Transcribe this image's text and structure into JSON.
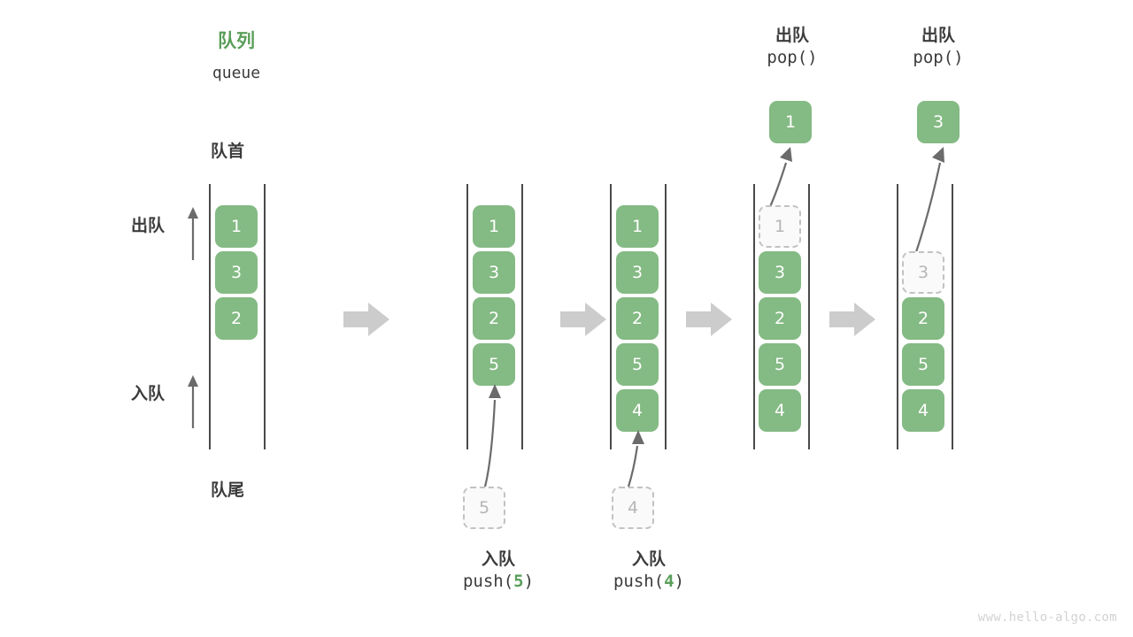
{
  "diagram": {
    "title_cn": "队列",
    "title_en": "queue",
    "front_label": "队首",
    "rear_label": "队尾",
    "dequeue_label": "出队",
    "enqueue_label": "入队",
    "watermark": "www.hello-algo.com"
  },
  "columns": [
    {
      "id": "initial",
      "header_cn": "",
      "header_mono": "",
      "cells": [
        {
          "value": "1",
          "state": "solid"
        },
        {
          "value": "3",
          "state": "solid"
        },
        {
          "value": "2",
          "state": "solid"
        }
      ],
      "rail_slots": 6,
      "incoming": null,
      "outgoing": null,
      "footer_cn": "",
      "footer_mono_prefix": "",
      "footer_mono_arg": "",
      "footer_mono_suffix": ""
    },
    {
      "id": "push-5",
      "header_cn": "",
      "header_mono": "",
      "cells": [
        {
          "value": "1",
          "state": "solid"
        },
        {
          "value": "3",
          "state": "solid"
        },
        {
          "value": "2",
          "state": "solid"
        },
        {
          "value": "5",
          "state": "solid"
        }
      ],
      "rail_slots": 6,
      "incoming": {
        "value": "5"
      },
      "outgoing": null,
      "footer_cn": "入队",
      "footer_mono_prefix": "push(",
      "footer_mono_arg": "5",
      "footer_mono_suffix": ")"
    },
    {
      "id": "push-4",
      "header_cn": "",
      "header_mono": "",
      "cells": [
        {
          "value": "1",
          "state": "solid"
        },
        {
          "value": "3",
          "state": "solid"
        },
        {
          "value": "2",
          "state": "solid"
        },
        {
          "value": "5",
          "state": "solid"
        },
        {
          "value": "4",
          "state": "solid"
        }
      ],
      "rail_slots": 6,
      "incoming": {
        "value": "4"
      },
      "outgoing": null,
      "footer_cn": "入队",
      "footer_mono_prefix": "push(",
      "footer_mono_arg": "4",
      "footer_mono_suffix": ")"
    },
    {
      "id": "pop-1",
      "header_cn": "出队",
      "header_mono": "pop()",
      "cells": [
        {
          "value": "1",
          "state": "ghost"
        },
        {
          "value": "3",
          "state": "solid"
        },
        {
          "value": "2",
          "state": "solid"
        },
        {
          "value": "5",
          "state": "solid"
        },
        {
          "value": "4",
          "state": "solid"
        }
      ],
      "rail_slots": 6,
      "incoming": null,
      "outgoing": {
        "value": "1"
      },
      "footer_cn": "",
      "footer_mono_prefix": "",
      "footer_mono_arg": "",
      "footer_mono_suffix": ""
    },
    {
      "id": "pop-3",
      "header_cn": "出队",
      "header_mono": "pop()",
      "cells": [
        {
          "value": "",
          "state": "empty"
        },
        {
          "value": "3",
          "state": "ghost"
        },
        {
          "value": "2",
          "state": "solid"
        },
        {
          "value": "5",
          "state": "solid"
        },
        {
          "value": "4",
          "state": "solid"
        }
      ],
      "rail_slots": 6,
      "incoming": null,
      "outgoing": {
        "value": "3"
      },
      "footer_cn": "",
      "footer_mono_prefix": "",
      "footer_mono_arg": "",
      "footer_mono_suffix": ""
    }
  ],
  "colors": {
    "accent_green": "#5a9e5a",
    "cell_green": "#84ba84",
    "ghost_border": "#c2c2c2",
    "rail": "#4a4a4a",
    "step_arrow": "#cccccc",
    "curve_arrow": "#6b6b6b"
  }
}
